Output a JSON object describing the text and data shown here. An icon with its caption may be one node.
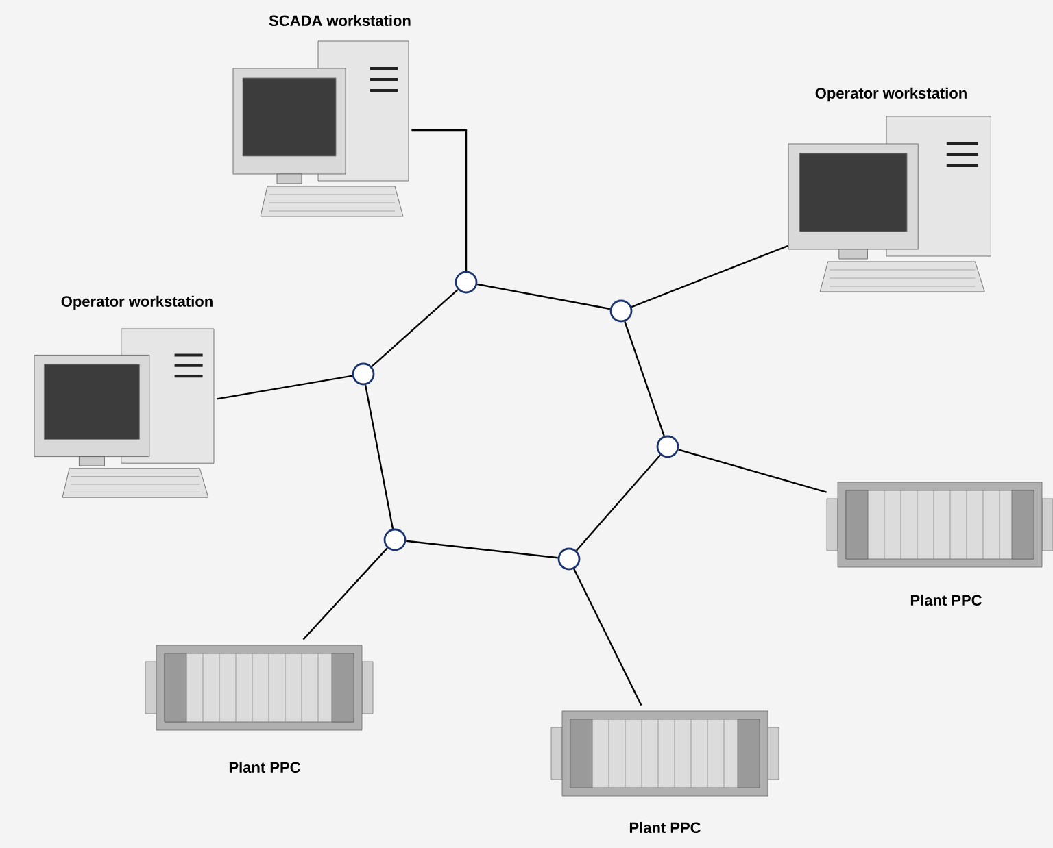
{
  "diagram": {
    "nodes": [
      {
        "text": [
          "SCADA workstation"
        ]
      },
      {
        "text": [
          "Operator workstation"
        ]
      },
      {
        "text": [
          "Operator workstation"
        ]
      },
      {
        "text": [],
        "shape": "circle"
      },
      {
        "text": [],
        "shape": "circle"
      },
      {
        "text": [],
        "shape": "circle"
      },
      {
        "text": [],
        "shape": "circle"
      },
      {
        "text": [],
        "shape": "circle"
      },
      {
        "text": [],
        "shape": "circle"
      },
      {
        "text": [
          "Plant PPC"
        ]
      },
      {
        "text": [
          "Plant PPC"
        ]
      },
      {
        "text": [
          "Plant PPC"
        ]
      }
    ],
    "edges": [
      {
        "from": 3,
        "to": 4,
        "arrow": "none"
      },
      {
        "from": 4,
        "to": 6,
        "arrow": "none"
      },
      {
        "from": 6,
        "to": 8,
        "arrow": "none"
      },
      {
        "from": 8,
        "to": 7,
        "arrow": "none"
      },
      {
        "from": 7,
        "to": 5,
        "arrow": "none"
      },
      {
        "from": 5,
        "to": 3,
        "arrow": "none"
      },
      {
        "from": 0,
        "to": 3,
        "arrow": "none"
      },
      {
        "from": 1,
        "to": 4,
        "arrow": "none"
      },
      {
        "from": 2,
        "to": 5,
        "arrow": "none"
      },
      {
        "from": 9,
        "to": 6,
        "arrow": "none"
      },
      {
        "from": 10,
        "to": 7,
        "arrow": "none"
      },
      {
        "from": 11,
        "to": 8,
        "arrow": "none"
      }
    ]
  }
}
